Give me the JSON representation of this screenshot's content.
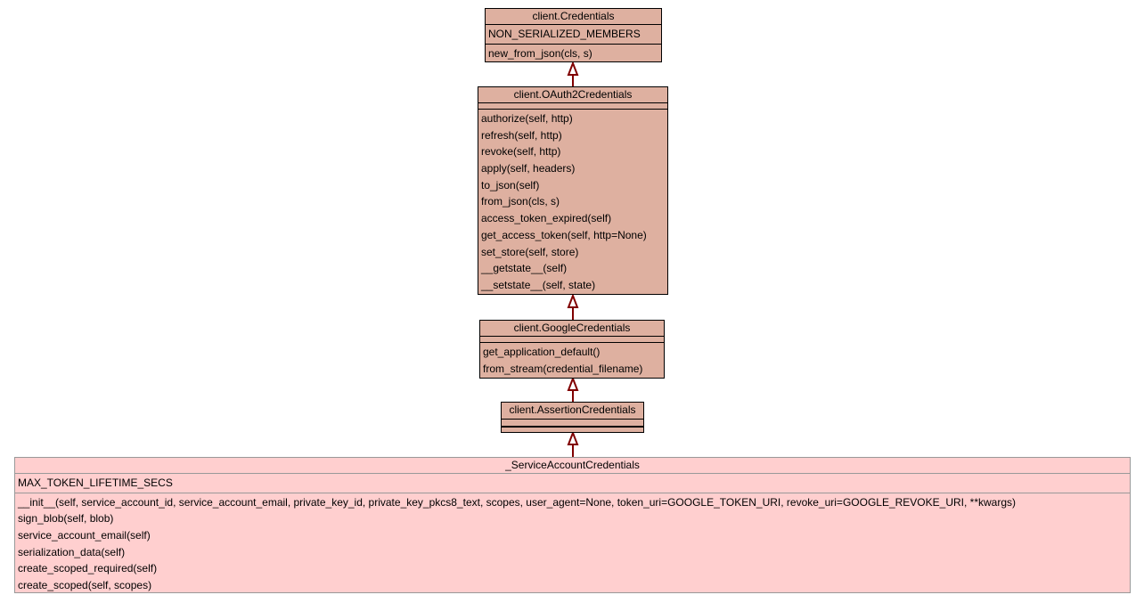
{
  "classes": {
    "credentials": {
      "name": "client.Credentials",
      "attributes": [
        "NON_SERIALIZED_MEMBERS"
      ],
      "methods": [
        "new_from_json(cls, s)"
      ]
    },
    "oauth2": {
      "name": "client.OAuth2Credentials",
      "attributes": [],
      "methods": [
        "authorize(self, http)",
        "refresh(self, http)",
        "revoke(self, http)",
        "apply(self, headers)",
        "to_json(self)",
        "from_json(cls, s)",
        "access_token_expired(self)",
        "get_access_token(self, http=None)",
        "set_store(self, store)",
        "__getstate__(self)",
        "__setstate__(self, state)"
      ]
    },
    "google": {
      "name": "client.GoogleCredentials",
      "attributes": [],
      "methods": [
        "get_application_default()",
        "from_stream(credential_filename)"
      ]
    },
    "assertion": {
      "name": "client.AssertionCredentials",
      "attributes": [],
      "methods": []
    },
    "service": {
      "name": "_ServiceAccountCredentials",
      "attributes": [
        "MAX_TOKEN_LIFETIME_SECS"
      ],
      "methods": [
        "__init__(self, service_account_id, service_account_email, private_key_id, private_key_pkcs8_text, scopes, user_agent=None, token_uri=GOOGLE_TOKEN_URI, revoke_uri=GOOGLE_REVOKE_URI, **kwargs)",
        "sign_blob(self, blob)",
        "service_account_email(self)",
        "serialization_data(self)",
        "create_scoped_required(self)",
        "create_scoped(self, scopes)"
      ]
    }
  },
  "colors": {
    "base_fill": "#deb0a0",
    "leaf_fill": "#ffcfcf",
    "arrow": "#800000"
  }
}
